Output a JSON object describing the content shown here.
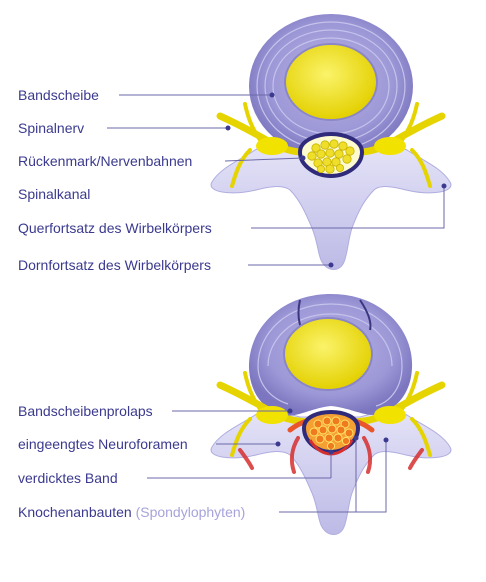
{
  "top_diagram": {
    "labels": {
      "disc": "Bandscheibe",
      "nerve": "Spinalnerv",
      "cord": "Rückenmark/Nervenbahnen",
      "canal": "Spinalkanal",
      "transverse": "Querfortsatz des Wirbelkörpers",
      "spinous": "Dornfortsatz des Wirbelkörpers"
    }
  },
  "bottom_diagram": {
    "labels": {
      "prolapse": "Bandscheibenprolaps",
      "foramen": "eingeengtes Neuroforamen",
      "ligament": "verdicktes Band",
      "osteophytes": "Knochenanbauten",
      "osteophytes_alt": "(Spondylophyten)"
    }
  },
  "colors": {
    "label_text": "#3b3a8f",
    "label_sub": "#a6a3db",
    "leader_line": "#6b69a8",
    "disc_ring": "#8a86c8",
    "disc_core": "#f2e200",
    "nerve": "#e6d400",
    "vertebra": "#cfcdf0",
    "canal_outline": "#3a3680",
    "highlight_orange": "#e8562a",
    "highlight_red": "#d62f2f"
  }
}
